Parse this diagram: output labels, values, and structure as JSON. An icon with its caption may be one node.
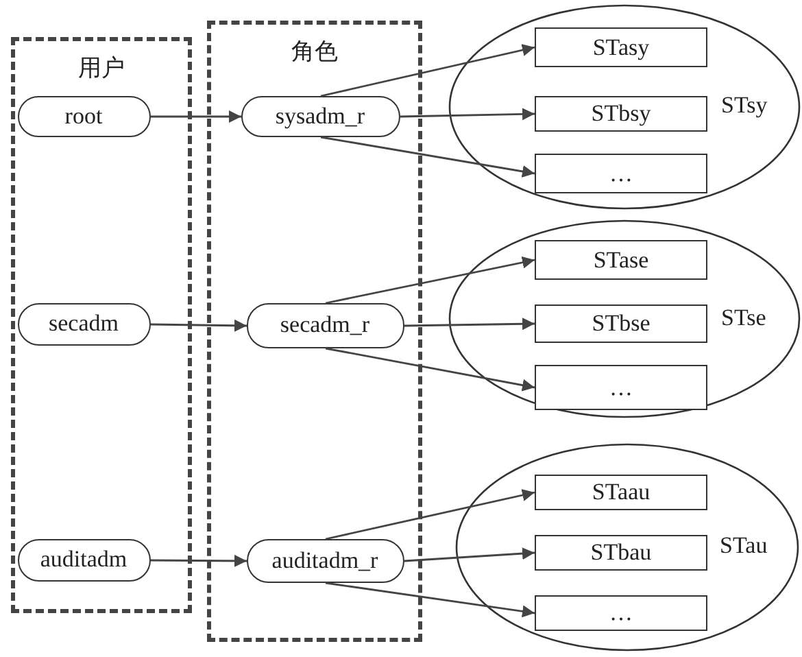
{
  "diagram": {
    "nodes": [
      {
        "text": [
          "用户"
        ]
      },
      {
        "text": [
          "root"
        ],
        "in": 0
      },
      {
        "text": [
          "secadm"
        ],
        "in": 0
      },
      {
        "text": [
          "auditadm"
        ],
        "in": 0
      },
      {
        "text": [
          "角色"
        ]
      },
      {
        "text": [
          "sysadm_r"
        ],
        "in": 4
      },
      {
        "text": [
          "secadm_r"
        ],
        "in": 4
      },
      {
        "text": [
          "auditadm_r"
        ],
        "in": 4
      },
      {
        "text": [
          "STsy"
        ]
      },
      {
        "text": [
          "STasy"
        ],
        "in": 8
      },
      {
        "text": [
          "STbsy"
        ],
        "in": 8
      },
      {
        "text": [
          "…"
        ],
        "in": 8
      },
      {
        "text": [
          "STse"
        ]
      },
      {
        "text": [
          "STase"
        ],
        "in": 12
      },
      {
        "text": [
          "STbse"
        ],
        "in": 12
      },
      {
        "text": [
          "…"
        ],
        "in": 12
      },
      {
        "text": [
          "STau"
        ]
      },
      {
        "text": [
          "STaau"
        ],
        "in": 16
      },
      {
        "text": [
          "STbau"
        ],
        "in": 16
      },
      {
        "text": [
          "…"
        ],
        "in": 16
      }
    ],
    "edges": [
      {
        "from": 1,
        "to": 5,
        "arrow": "to"
      },
      {
        "from": 2,
        "to": 6,
        "arrow": "to"
      },
      {
        "from": 3,
        "to": 7,
        "arrow": "to"
      },
      {
        "from": 5,
        "to": 9,
        "arrow": "to"
      },
      {
        "from": 5,
        "to": 10,
        "arrow": "to"
      },
      {
        "from": 5,
        "to": 11,
        "arrow": "to"
      },
      {
        "from": 6,
        "to": 13,
        "arrow": "to"
      },
      {
        "from": 6,
        "to": 14,
        "arrow": "to"
      },
      {
        "from": 6,
        "to": 15,
        "arrow": "to"
      },
      {
        "from": 7,
        "to": 17,
        "arrow": "to"
      },
      {
        "from": 7,
        "to": 18,
        "arrow": "to"
      },
      {
        "from": 7,
        "to": 19,
        "arrow": "to"
      }
    ]
  }
}
